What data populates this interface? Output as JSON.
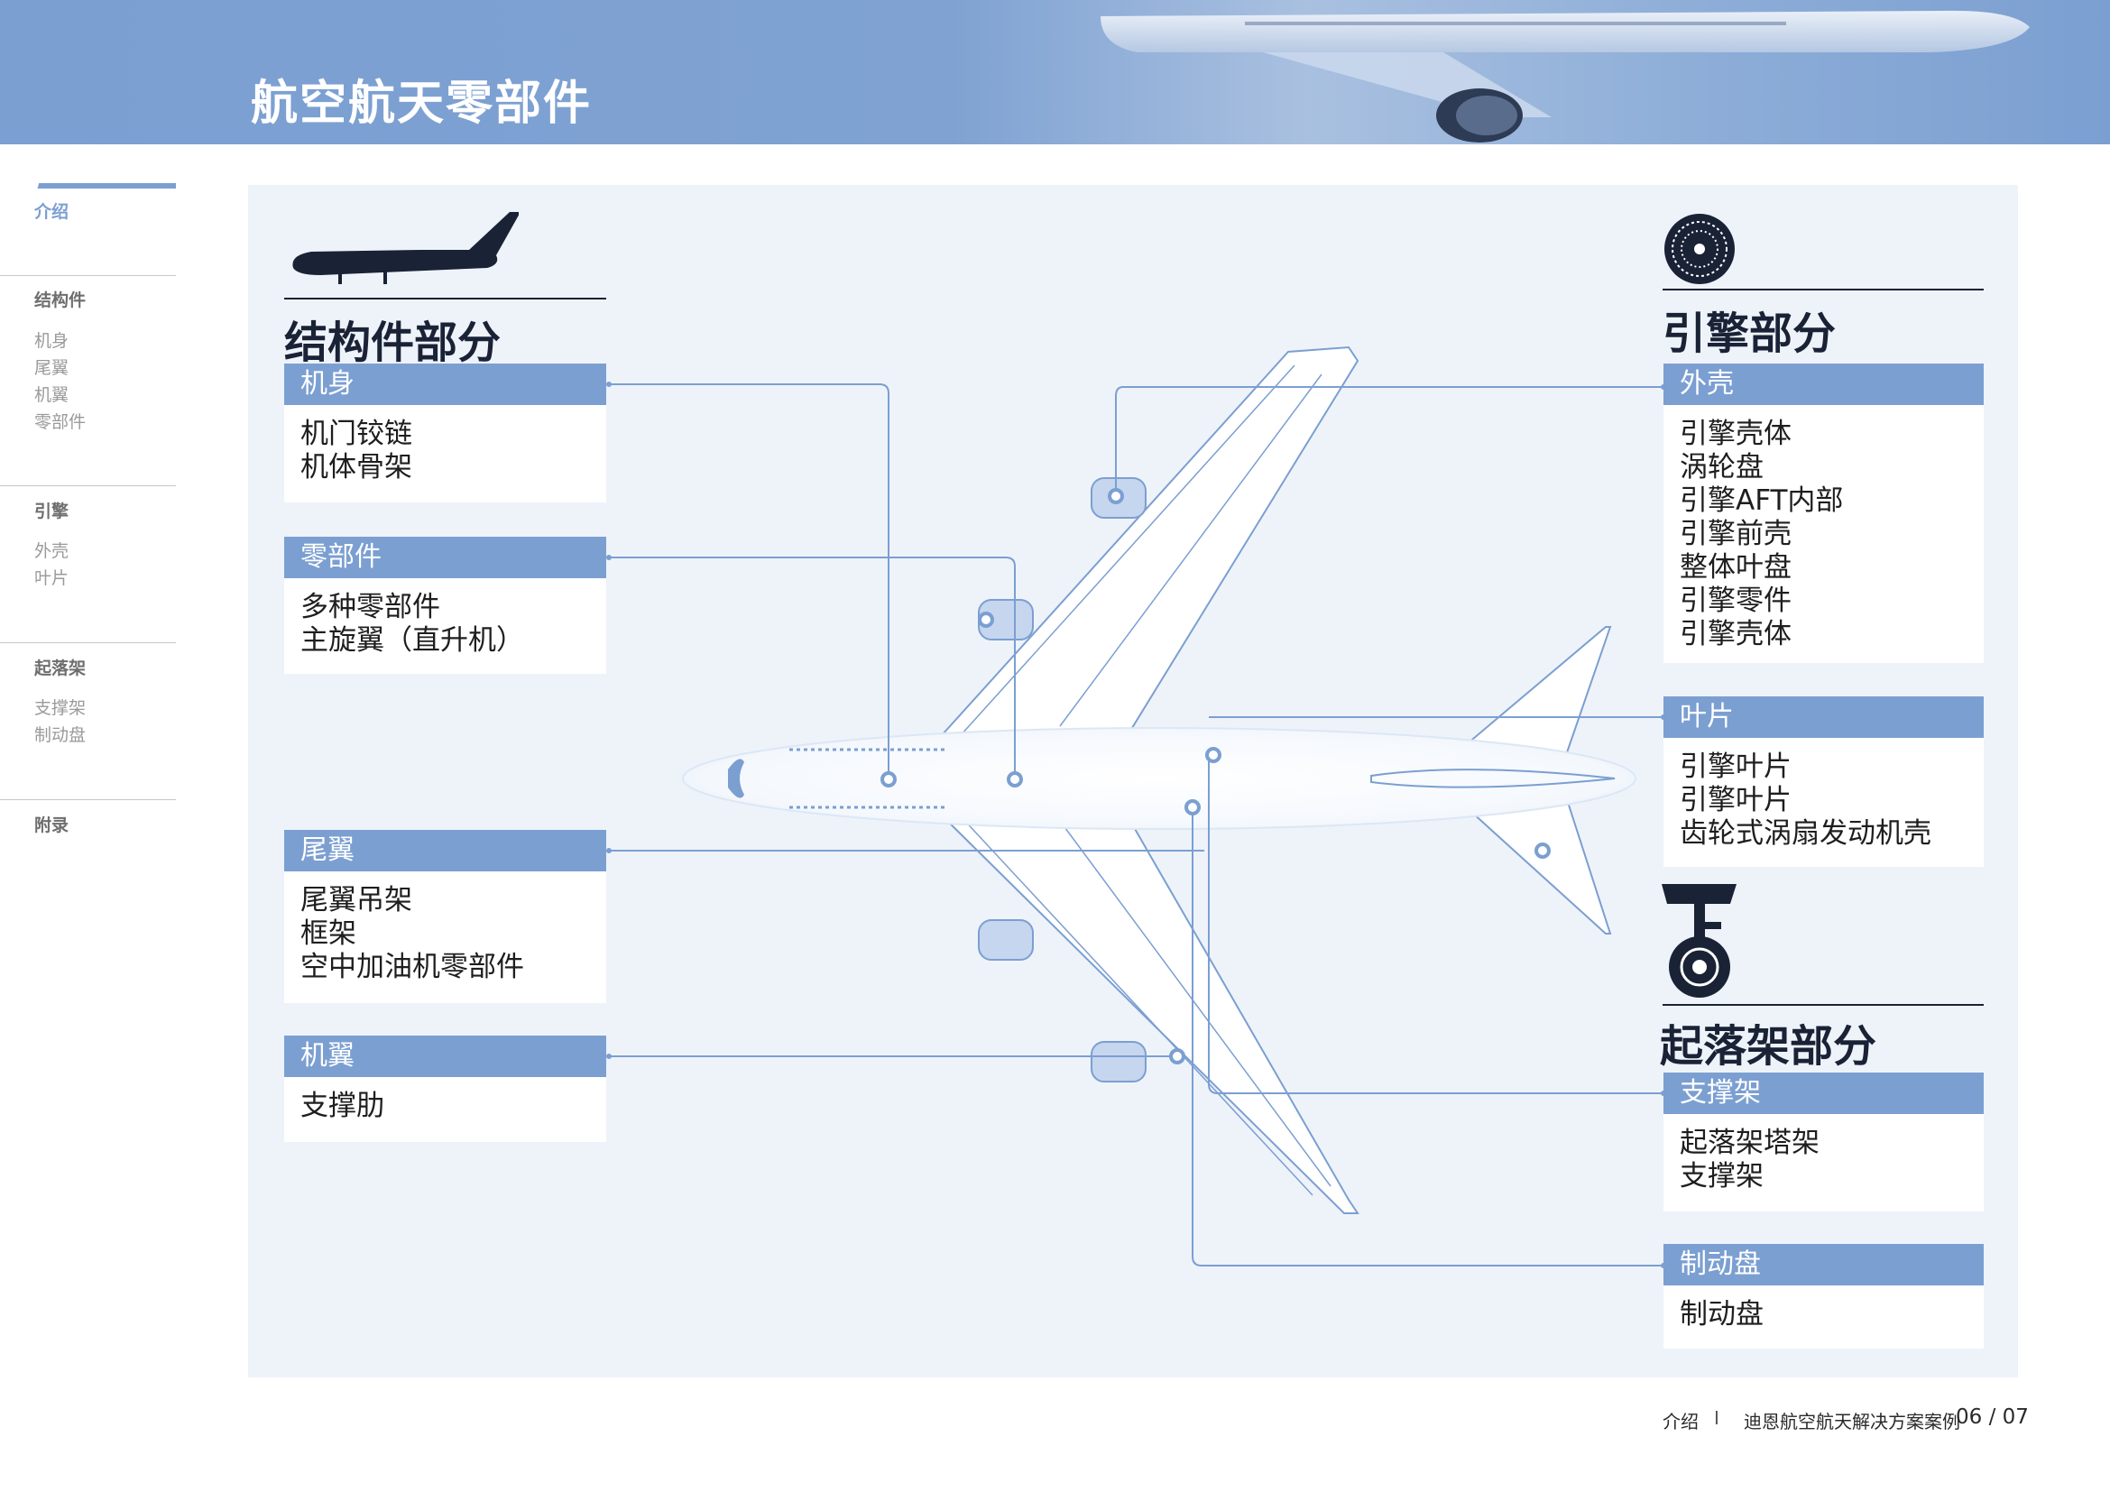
{
  "header": {
    "title": "航空航天零部件"
  },
  "sidebar": {
    "active": "介绍",
    "sections": [
      {
        "heading": "结构件",
        "items": [
          "机身",
          "尾翼",
          "机翼",
          "零部件"
        ]
      },
      {
        "heading": "引擎",
        "items": [
          "外壳",
          "叶片"
        ]
      },
      {
        "heading": "起落架",
        "items": [
          "支撑架",
          "制动盘"
        ]
      },
      {
        "heading": "附录",
        "items": []
      }
    ]
  },
  "structural": {
    "title": "结构件部分",
    "groups": [
      {
        "label": "机身",
        "items": [
          "机门铰链",
          "机体骨架"
        ]
      },
      {
        "label": "零部件",
        "items": [
          "多种零部件",
          "主旋翼（直升机）"
        ]
      },
      {
        "label": "尾翼",
        "items": [
          "尾翼吊架",
          "框架",
          "空中加油机零部件"
        ]
      },
      {
        "label": "机翼",
        "items": [
          "支撑肋"
        ]
      }
    ]
  },
  "engine": {
    "title": "引擎部分",
    "groups": [
      {
        "label": "外壳",
        "items": [
          "引擎壳体",
          "涡轮盘",
          "引擎AFT内部",
          "引擎前壳",
          "整体叶盘",
          "引擎零件",
          "引擎壳体"
        ]
      },
      {
        "label": "叶片",
        "items": [
          "引擎叶片",
          "引擎叶片",
          "齿轮式涡扇发动机壳"
        ]
      }
    ]
  },
  "landing_gear": {
    "title": "起落架部分",
    "groups": [
      {
        "label": "支撑架",
        "items": [
          "起落架塔架",
          "支撑架"
        ]
      },
      {
        "label": "制动盘",
        "items": [
          "制动盘"
        ]
      }
    ]
  },
  "footer": {
    "section": "介绍",
    "separator": "I",
    "doc": "迪恩航空航天解决方案案例",
    "page": "06 / 07"
  },
  "colors": {
    "accent": "#7b9fd1",
    "panel": "#eef3fa",
    "dark": "#1a2236"
  }
}
